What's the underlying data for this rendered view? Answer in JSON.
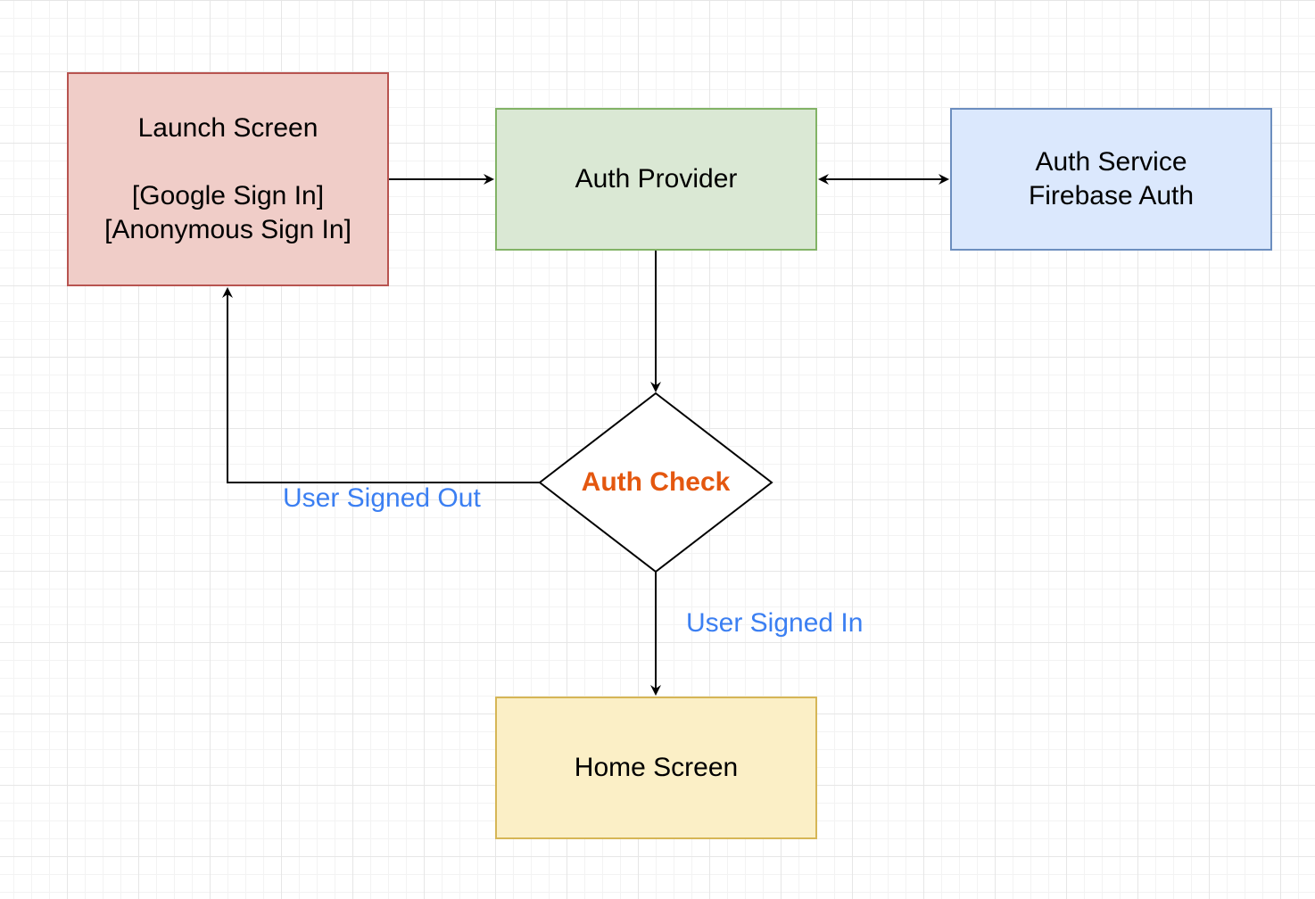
{
  "nodes": {
    "launch_screen": "Launch Screen\n\n[Google Sign In]\n[Anonymous Sign In]",
    "auth_provider": "Auth Provider",
    "auth_service": "Auth Service\nFirebase Auth",
    "auth_check": "Auth Check",
    "home_screen": "Home Screen"
  },
  "edge_labels": {
    "signed_out": "User Signed Out",
    "signed_in": "User Signed In"
  },
  "colors": {
    "launch_fill": "#f0cdc8",
    "launch_stroke": "#b85450",
    "provider_fill": "#dae8d4",
    "provider_stroke": "#82b366",
    "service_fill": "#dbe8fd",
    "service_stroke": "#6c8ebf",
    "home_fill": "#fbefc6",
    "home_stroke": "#d6b656",
    "decision_text": "#e4570f",
    "edge_label": "#3b7ff2"
  }
}
